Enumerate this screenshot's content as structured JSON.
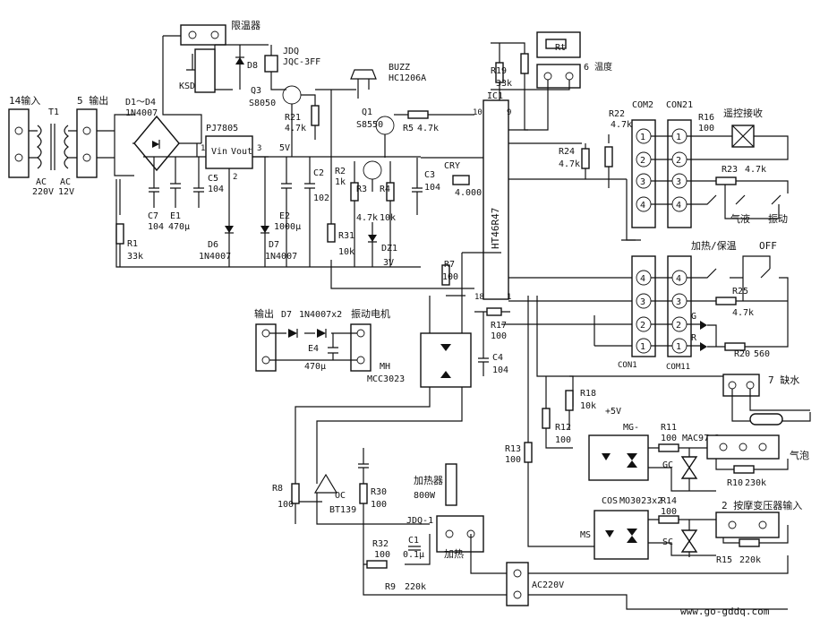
{
  "labels": {
    "in14": "14输入",
    "t1": "T1",
    "out5": "5 输出",
    "ac_in": "AC",
    "v220": "220V",
    "ac_out": "AC",
    "v12": "12V",
    "d1d4": "D1～D4",
    "in4007": "1N4007",
    "hum": "限温器",
    "ksd": "KSD",
    "d8": "D8",
    "jdq": "JDQ",
    "jqc": "JQC-3FF",
    "q3": "Q3",
    "s8050": "S8050",
    "r21": "R21",
    "r21v": "4.7k",
    "pj7805": "PJ7805",
    "vin": "Vin",
    "vout": "Vout",
    "p1": "1",
    "p2": "2",
    "p3": "3",
    "v5": "5V",
    "c5": "C5",
    "c5v": "104",
    "c7": "C7",
    "c7v": "104",
    "e1": "E1",
    "e1v": "470μ",
    "e2": "E2",
    "e2v": "1000μ",
    "c2": "C2",
    "c2v": "102",
    "d6": "D6",
    "d6v": "1N4007",
    "d7": "D7",
    "d7v": "1N4007",
    "r1": "R1",
    "r1v": "33k",
    "buzz": "BUZZ",
    "hc": "HC1206A",
    "q1": "Q1",
    "s8550": "S8550",
    "r5": "R5",
    "r5v": "4.7k",
    "r2": "R2",
    "r2v": "1k",
    "r3": "R3",
    "r3v": "4.7k",
    "r4": "R4",
    "r4v": "10k",
    "c3": "C3",
    "c3v": "104",
    "r31": "R31",
    "r31v": "10k",
    "dz1": "DZ1",
    "dz1v": "3V",
    "cry": "CRY",
    "crv": "4.000",
    "ic1": "IC1",
    "ht": "HT46R47",
    "i10": "10",
    "i9": "9",
    "i18": "18",
    "i1": "1",
    "r19": "R19",
    "r19v": "33k",
    "rt": "Rt",
    "temp6": "6 温度",
    "r22": "R22",
    "r22v": "4.7k",
    "r24": "R24",
    "r24v": "4.7k",
    "com2": "COM2",
    "con21": "CON21",
    "r16": "R16",
    "r16v": "100",
    "remote": "遥控接收",
    "r23": "R23",
    "r23v": "4.7k",
    "gas": "气液",
    "vib": "振动",
    "heat": "加热/保温",
    "off": "OFF",
    "r25": "R25",
    "r25v": "4.7k",
    "g": "G",
    "r": "R",
    "r20": "R20",
    "r20v": "560",
    "con1": "CON1",
    "com11": "COM11",
    "n1": "1",
    "n2": "2",
    "n3": "3",
    "n4": "4",
    "r7": "R7",
    "r7v": "100",
    "r17": "R17",
    "r17v": "100",
    "c4": "C4",
    "c4v": "104",
    "mh": "MH",
    "mcc": "MCC3023",
    "out_d7": "输出",
    "d7b": "D7",
    "d7bv": "1N4007x2",
    "motor": "振动电机",
    "e4": "E4",
    "e4v": "470μ",
    "lack": "7 缺水",
    "r18": "R18",
    "r18v": "10k",
    "p5v": "+5V",
    "r12": "R12",
    "r12v": "100",
    "r13": "R13",
    "r13v": "100",
    "mg": "MG-",
    "r11": "R11",
    "r11v": "100",
    "mac": "MAC97x2",
    "gc": "GC",
    "bubble": "气泡",
    "r10": "R10",
    "r10v": "230k",
    "cos": "COS",
    "moc": "MO3023x2",
    "ms": "MS",
    "r14": "R14",
    "r14v": "100",
    "sc": "SC",
    "mass": "2 按摩变压器输入",
    "r15": "R15",
    "r15v": "220k",
    "r8": "R8",
    "r8v": "100",
    "oc": "OC",
    "bt": "BT139",
    "r30": "R30",
    "r30v": "100",
    "heater": "加热器",
    "w800": "800W",
    "jdq1": "JDQ-1",
    "r32": "R32",
    "r32v": "100",
    "c1": "C1",
    "c1v": "0.1μ",
    "heat2": "加热",
    "r9": "R9",
    "r9v": "220k",
    "ac220": "AC220V",
    "watermark": "www.go-gddq.com"
  }
}
